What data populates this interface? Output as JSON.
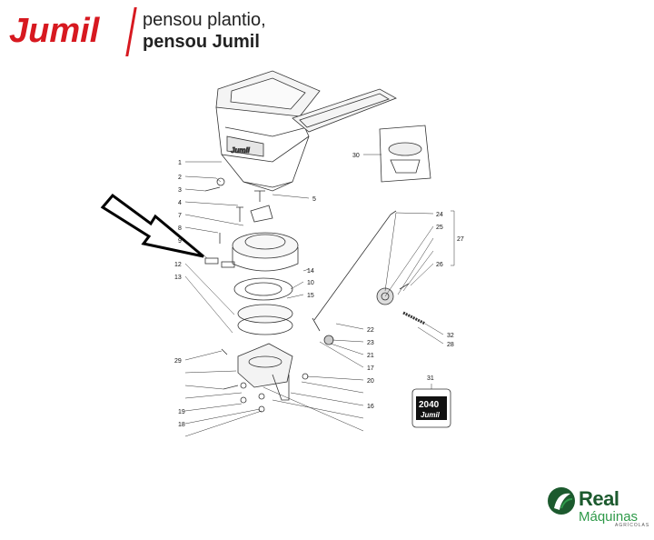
{
  "header": {
    "brand": "Jumil",
    "tagline_line1": "pensou plantio,",
    "tagline_line2": "pensou Jumil"
  },
  "part_labels": [
    "1",
    "2",
    "3",
    "4",
    "5",
    "7",
    "8",
    "9",
    "10",
    "12",
    "13",
    "14",
    "15",
    "17",
    "16",
    "18",
    "19",
    "20",
    "21",
    "22",
    "23",
    "24",
    "25",
    "26",
    "27",
    "28",
    "29",
    "30",
    "31",
    "32"
  ],
  "badge": {
    "model": "2040",
    "brand": "Jumil"
  },
  "footer_logo": {
    "word1": "Real",
    "word2": "Máquinas",
    "word3": "AGRÍCOLAS"
  },
  "colors": {
    "jumil_red": "#d71920",
    "real_dark_green": "#1c5a2e",
    "real_green": "#2f9a4a",
    "line": "#333333"
  }
}
